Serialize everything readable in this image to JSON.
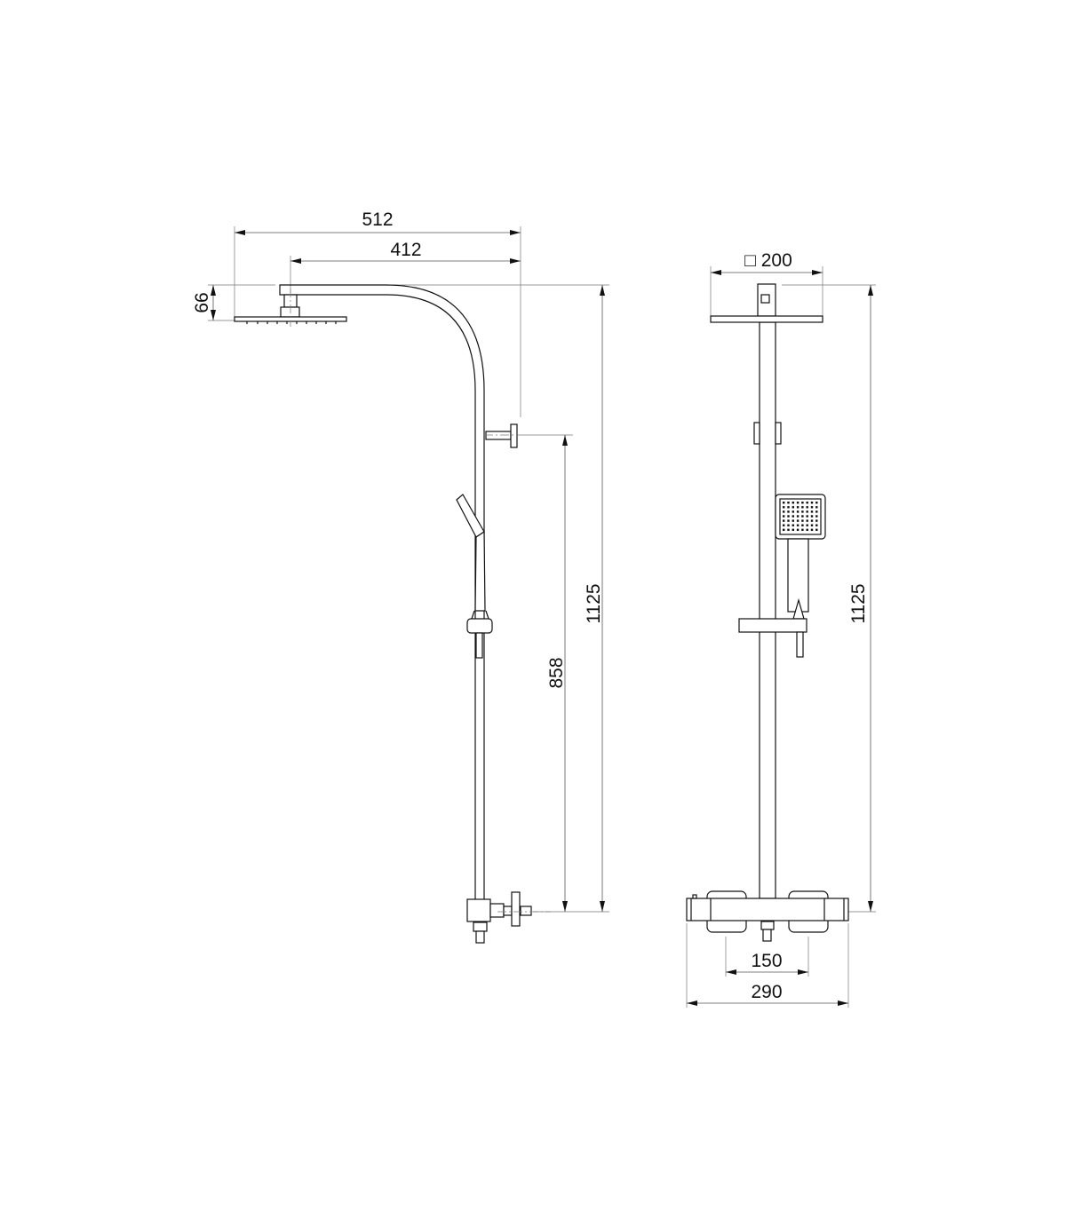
{
  "side_view": {
    "dims": {
      "overall_reach": "512",
      "arm_reach": "412",
      "head_height": "66",
      "bracket_height": "858",
      "total_height": "1125"
    }
  },
  "front_view": {
    "dims": {
      "head_size": "□ 200",
      "total_height": "1125",
      "inlet_spacing": "150",
      "mixer_width": "290"
    }
  },
  "colors": {
    "line": "#111111",
    "dimension": "#555555"
  }
}
